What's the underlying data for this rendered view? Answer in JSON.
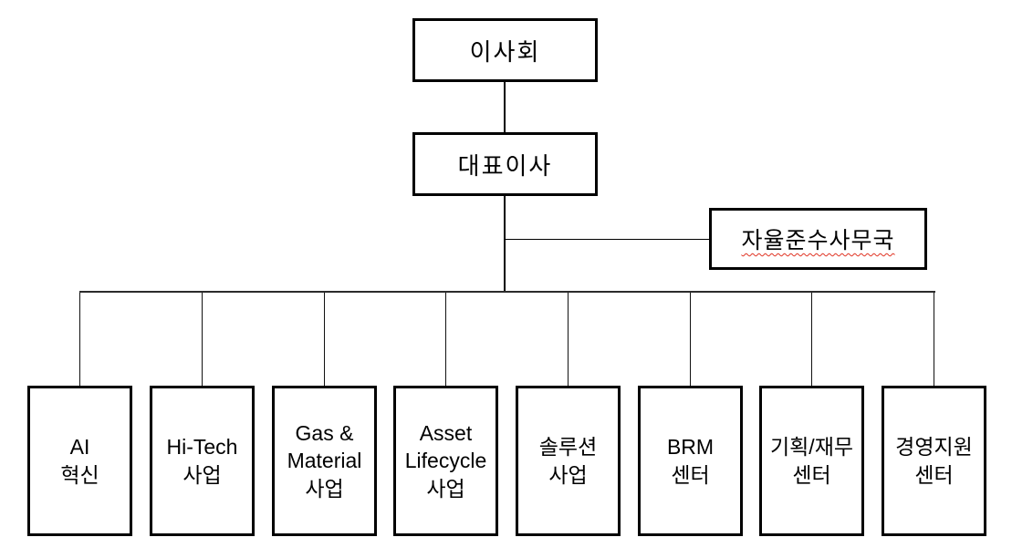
{
  "org": {
    "board": {
      "label": "이사회"
    },
    "ceo": {
      "label": "대표이사"
    },
    "compliance": {
      "label": "자율준수사무국"
    },
    "departments": [
      {
        "label": "AI\n혁신"
      },
      {
        "label": "Hi-Tech\n사업"
      },
      {
        "label": "Gas &\nMaterial\n사업"
      },
      {
        "label": "Asset\nLifecycle\n사업"
      },
      {
        "label": "솔루션\n사업"
      },
      {
        "label": "BRM\n센터"
      },
      {
        "label": "기획/재무\n센터"
      },
      {
        "label": "경영지원\n센터"
      }
    ]
  },
  "colors": {
    "box_border": "#000000",
    "text": "#000000",
    "connector": "#000000",
    "spellcheck_underline": "#e03222",
    "background": "#ffffff"
  }
}
